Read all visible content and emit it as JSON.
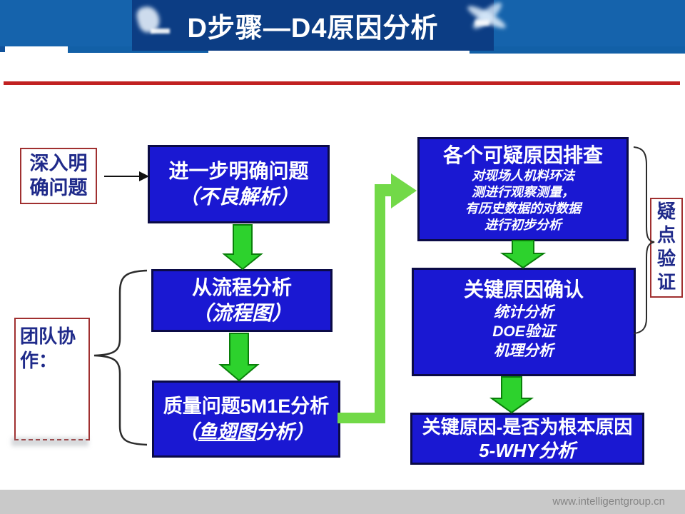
{
  "slide": {
    "title": "D步骤—D4原因分析"
  },
  "footer": {
    "url": "www.intelligentgroup.cn"
  },
  "flow": {
    "start": {
      "line1": "深入明",
      "line2": "确问题"
    },
    "box1": {
      "line1": "进一步明确问题",
      "line2": "（不良解析）"
    },
    "box2": {
      "line1": "从流程分析",
      "line2": "（流程图）"
    },
    "box3": {
      "line1": "质量问题5M1E分析",
      "line2_open": "（",
      "line2_underlined": "鱼翅图",
      "line2_close": "分析）"
    },
    "box4": {
      "title": "各个可疑原因排查",
      "lines": [
        "对现场人机料环法",
        "测进行观察测量，",
        "有历史数据的对数据",
        "进行初步分析"
      ]
    },
    "box5": {
      "title": "关键原因确认",
      "lines": [
        "统计分析",
        "DOE验证",
        "机理分析"
      ]
    },
    "box6": {
      "line1": "关键原因-是否为根本原因",
      "line2": "5-WHY分析"
    },
    "team": {
      "line1": "团队协",
      "line2": "作："
    },
    "suspect": {
      "chars": [
        "疑",
        "点",
        "验",
        "证"
      ]
    }
  },
  "colors": {
    "banner_blue": "#1563ac",
    "title_navy": "#0c3d84",
    "red_line": "#c12121",
    "box_blue": "#1a18d2",
    "box_border_navy": "#0b0b46",
    "arrow_green": "#2dd22d",
    "arrow_green_border": "#0a7f0a",
    "elbow_green": "#72d948",
    "red_box_border": "#a03030",
    "serif_navy_text": "#1f2a8a",
    "footer_gray": "#c9c9c9"
  }
}
